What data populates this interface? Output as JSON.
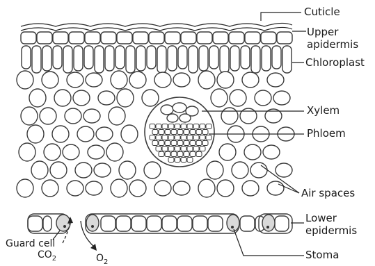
{
  "labels": {
    "cuticle": "Cuticle",
    "upper_epidermis_1": "Upper",
    "upper_epidermis_2": "apidermis",
    "chloroplast": "Chloroplast",
    "xylem": "Xylem",
    "phloem": "Phloem",
    "air_spaces": "Air spaces",
    "lower_epidermis_1": "Lower",
    "lower_epidermis_2": "epidermis",
    "guard_cell": "Guard cell",
    "co2": "CO",
    "co2_sub": "2",
    "o2": "O",
    "o2_sub": "2",
    "stoma": "Stoma"
  },
  "colors": {
    "line": "#3a3a3a",
    "guard_cell_fill": "#d9d9d9",
    "background": "#ffffff"
  }
}
